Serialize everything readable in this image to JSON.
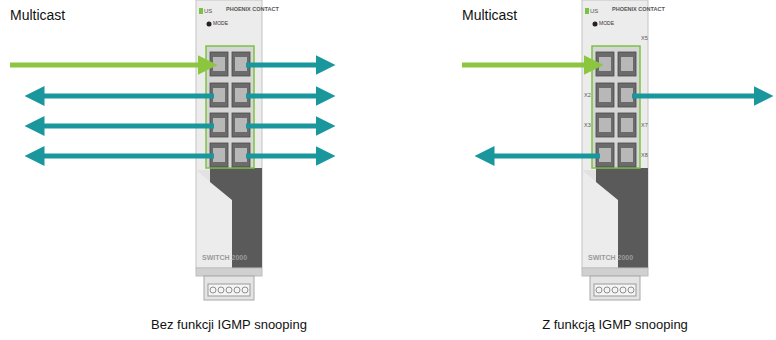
{
  "diagram": {
    "labels": [
      "Multicast",
      "US",
      "PHOENIX CONTACT",
      "MODE",
      "SWITCH 2000",
      "Bez funkcji IGMP snooping",
      "Multicast",
      "US",
      "PHOENIX CONTACT",
      "MODE",
      "X5",
      "X2",
      "X3",
      "X7",
      "X8",
      "SWITCH 2000",
      "Z funkcją IGMP snooping"
    ]
  }
}
